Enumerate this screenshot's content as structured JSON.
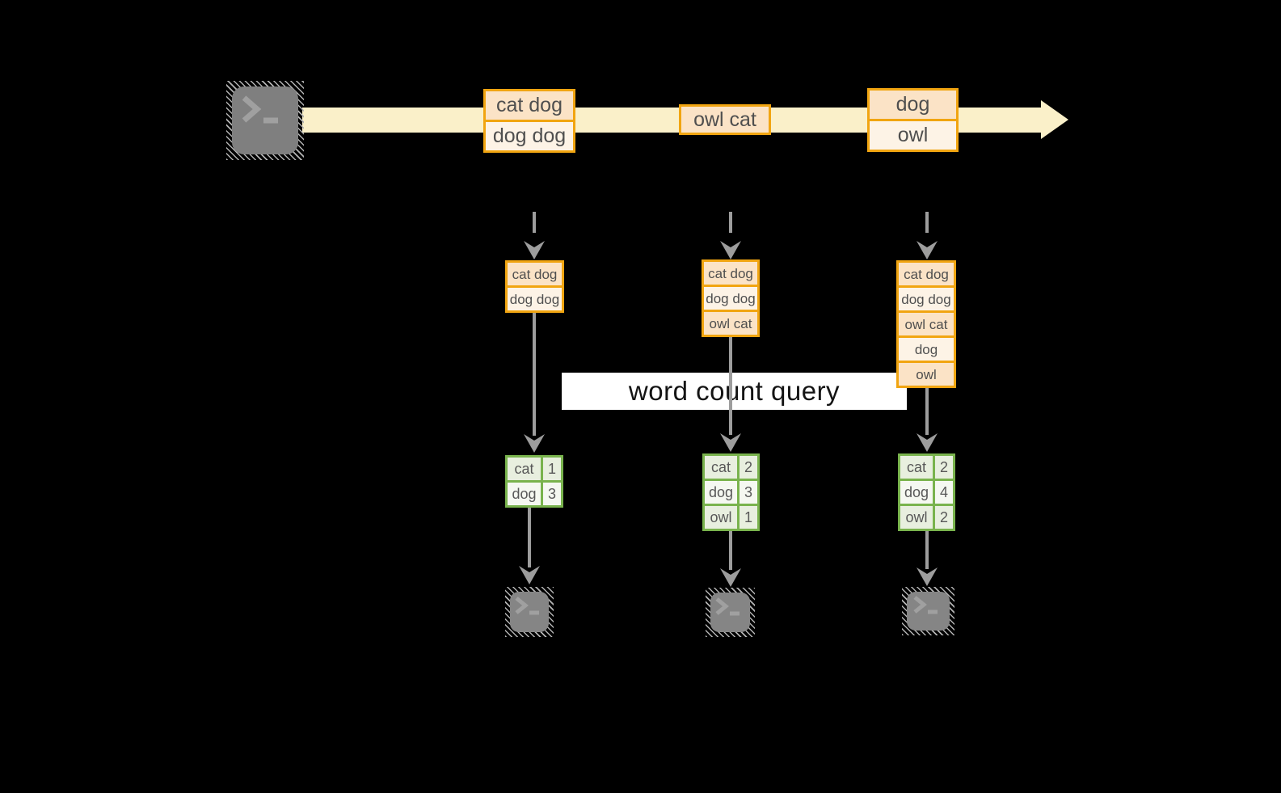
{
  "banner": {
    "label": "word count query"
  },
  "stream": {
    "batches": [
      {
        "rows": [
          "cat dog",
          "dog dog"
        ]
      },
      {
        "rows": [
          "owl cat"
        ]
      },
      {
        "rows": [
          "dog",
          "owl"
        ]
      }
    ]
  },
  "columns": [
    {
      "buffer": [
        "cat dog",
        "dog dog"
      ],
      "counts": [
        {
          "word": "cat",
          "count": "1"
        },
        {
          "word": "dog",
          "count": "3"
        }
      ]
    },
    {
      "buffer": [
        "cat dog",
        "dog dog",
        "owl cat"
      ],
      "counts": [
        {
          "word": "cat",
          "count": "2"
        },
        {
          "word": "dog",
          "count": "3"
        },
        {
          "word": "owl",
          "count": "1"
        }
      ]
    },
    {
      "buffer": [
        "cat dog",
        "dog dog",
        "owl cat",
        "dog",
        "owl"
      ],
      "counts": [
        {
          "word": "cat",
          "count": "2"
        },
        {
          "word": "dog",
          "count": "4"
        },
        {
          "word": "owl",
          "count": "2"
        }
      ]
    }
  ],
  "colors": {
    "stream_band": "#faf0c9",
    "event_border": "#f1a511",
    "event_fill_dark": "#fbe3c6",
    "event_fill_light": "#fdf3e6",
    "table_border": "#79b34d",
    "table_cell_dark": "#e8efdf",
    "table_cell_light": "#f5f8f1",
    "arrow_gray": "#9d9d9d",
    "terminal_gray": "#7f7f7f",
    "banner_bg": "#ffffff",
    "background": "#000000"
  }
}
